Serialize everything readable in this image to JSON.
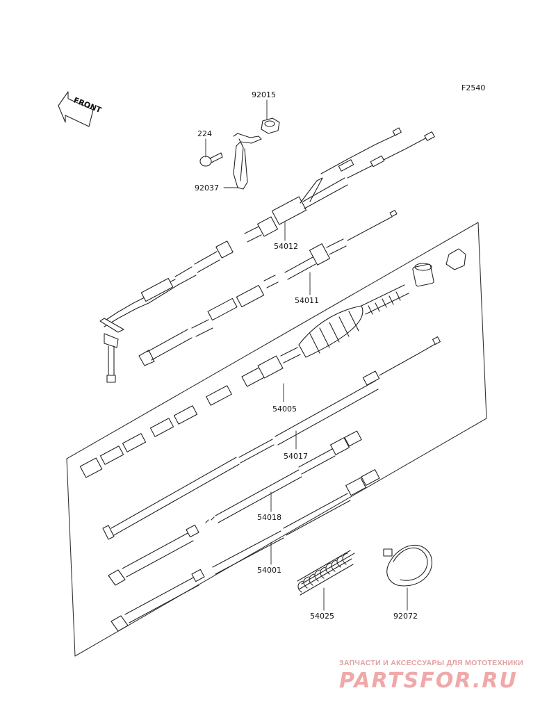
{
  "figure_code": "F2540",
  "front_label": "FRONT",
  "parts": [
    {
      "number": "92015"
    },
    {
      "number": "224"
    },
    {
      "number": "92037"
    },
    {
      "number": "54012"
    },
    {
      "number": "54011"
    },
    {
      "number": "54005"
    },
    {
      "number": "54017"
    },
    {
      "number": "54018"
    },
    {
      "number": "54001"
    },
    {
      "number": "54025"
    },
    {
      "number": "92072"
    }
  ],
  "watermark": {
    "tagline": "ЗАПЧАСТИ И АКСЕССУАРЫ ДЛЯ МОТОТЕХНИКИ",
    "logo": "PARTSFOR.RU",
    "color": "#e88a8a"
  }
}
